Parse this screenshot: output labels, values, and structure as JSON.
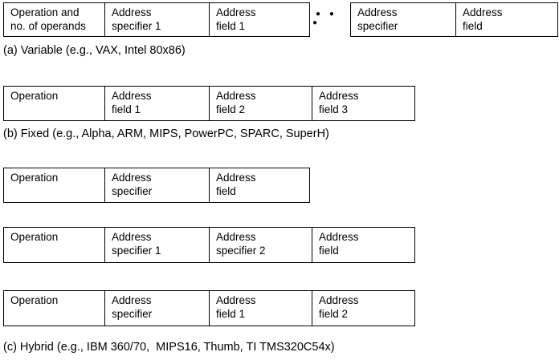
{
  "diagram": {
    "title_implied": "Instruction encoding formats",
    "colors": {
      "border": "#000000",
      "text": "#000000",
      "background": "#ffffff"
    },
    "variable": {
      "left_cells": [
        "Operation and\nno. of operands",
        "Address\nspecifier 1",
        "Address\nfield 1"
      ],
      "ellipsis": "● ● ●",
      "right_cells": [
        "Address\nspecifier",
        "Address\nfield"
      ],
      "caption": "(a) Variable (e.g., VAX, Intel 80x86)"
    },
    "fixed": {
      "cells": [
        "Operation",
        "Address\nfield 1",
        "Address\nfield 2",
        "Address\nfield 3"
      ],
      "caption": "(b) Fixed (e.g., Alpha, ARM, MIPS, PowerPC, SPARC, SuperH)"
    },
    "hybrid": {
      "row1_cells": [
        "Operation",
        "Address\nspecifier",
        "Address\nfield"
      ],
      "row2_cells": [
        "Operation",
        "Address\nspecifier 1",
        "Address\nspecifier 2",
        "Address\nfield"
      ],
      "row3_cells": [
        "Operation",
        "Address\nspecifier",
        "Address\nfield 1",
        "Address\nfield 2"
      ],
      "caption": "(c) Hybrid (e.g., IBM 360/70,  MIPS16, Thumb, TI TMS320C54x)"
    }
  }
}
